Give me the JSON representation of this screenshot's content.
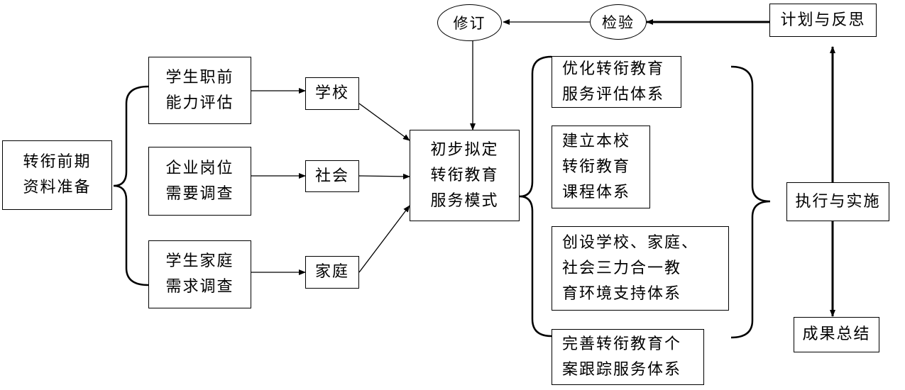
{
  "diagram": {
    "prep": "转衔前期\n资料准备",
    "assess": {
      "ability": "学生职前\n能力评估",
      "enterprise": "企业岗位\n需要调查",
      "family": "学生家庭\n需求调查"
    },
    "parties": {
      "school": "学校",
      "society": "社会",
      "home": "家庭"
    },
    "draft": "初步拟定\n转衔教育\n服务模式",
    "cycle": {
      "revise": "修订",
      "check": "检验",
      "plan": "计划与反思",
      "execute": "执行与实施",
      "summary": "成果总结"
    },
    "systems": [
      "优化转衔教育\n服务评估体系",
      "建立本校\n转衔教育\n课程体系",
      "创设学校、家庭、\n社会三力合一教\n育环境支持体系",
      "完善转衔教育个\n案跟踪服务体系"
    ]
  }
}
